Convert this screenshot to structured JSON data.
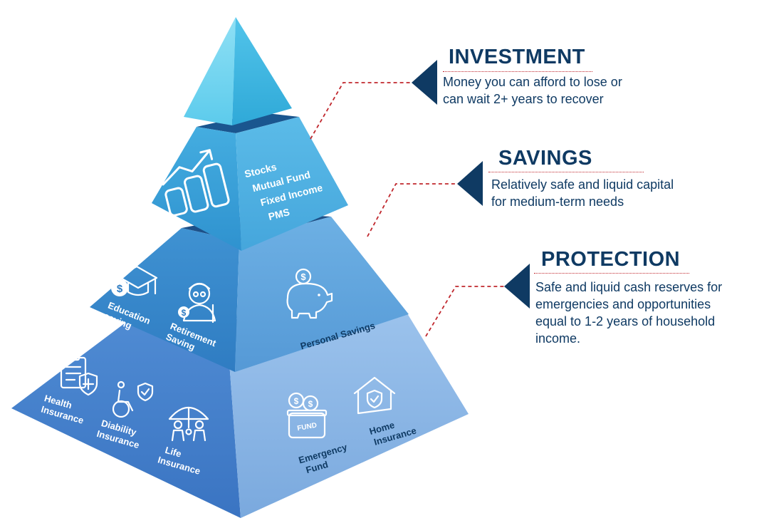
{
  "tiers": [
    {
      "title": "INVESTMENT",
      "description_lines": [
        "Money you can afford to lose or",
        "can wait 2+ years to recover"
      ],
      "items": [
        "Stocks",
        "Mutual Fund",
        "Fixed Income",
        "PMS"
      ]
    },
    {
      "title": "SAVINGS",
      "description_lines": [
        "Relatively safe and liquid capital",
        "for medium-term needs"
      ],
      "items": [
        {
          "line1": "Education",
          "line2": "saving",
          "icon": "graduation-cap-dollar-icon"
        },
        {
          "line1": "Retirement",
          "line2": "Saving",
          "icon": "elderly-person-icon"
        },
        {
          "line1": "Personal Savings",
          "line2": "",
          "icon": "piggy-bank-icon"
        }
      ]
    },
    {
      "title": "PROTECTION",
      "description_lines": [
        "Safe and liquid cash reserves for",
        "emergencies and opportunities",
        "equal to 1-2 years of household",
        "income."
      ],
      "items": [
        {
          "line1": "Health",
          "line2": "Insurance",
          "icon": "health-clipboard-icon"
        },
        {
          "line1": "Diability",
          "line2": "Insurance",
          "icon": "wheelchair-shield-icon"
        },
        {
          "line1": "Life",
          "line2": "Insurance",
          "icon": "family-umbrella-icon"
        },
        {
          "line1": "Emergency",
          "line2": "Fund",
          "icon": "fund-jar-icon"
        },
        {
          "line1": "Home",
          "line2": "Insurance",
          "icon": "house-shield-icon"
        }
      ]
    }
  ],
  "fund_jar_label": "FUND",
  "colors": {
    "title": "#0f3a63",
    "connector": "#c0272d",
    "arrow": "#0f3a63",
    "apex_left": "#6fd2ee",
    "apex_right": "#3cb7e0",
    "tier1_left": "#3a9fd6",
    "tier1_right": "#58b7e6",
    "tier2_left": "#3b88cc",
    "tier2_right": "#62a8e0",
    "tier3_left": "#4a83cf",
    "tier3_right": "#8ab7e8"
  },
  "icon_names": {
    "investment": "growth-chart-icon",
    "savings_education": "graduation-cap-dollar-icon",
    "savings_retirement": "elderly-person-icon",
    "savings_personal": "piggy-bank-icon",
    "protection_health": "health-clipboard-icon",
    "protection_disability": "wheelchair-shield-icon",
    "protection_life": "family-umbrella-icon",
    "protection_emergency": "fund-jar-icon",
    "protection_home": "house-shield-icon"
  }
}
